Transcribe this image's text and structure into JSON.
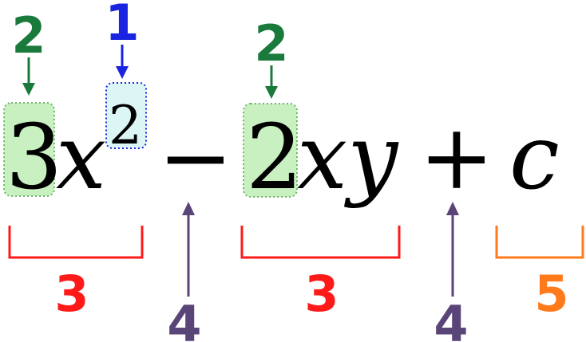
{
  "expression": {
    "coef1": "3",
    "var1": "x",
    "exponent": "2",
    "minus": "−",
    "coef2": "2",
    "var2": "xy",
    "plus": "+",
    "constant": "c"
  },
  "labels": {
    "coef1_number": "2",
    "exponent_number": "1",
    "coef2_number": "2",
    "term1_number": "3",
    "term2_number": "3",
    "minus_number": "4",
    "plus_number": "4",
    "constant_number": "5"
  },
  "colors": {
    "coefficient": "#1a7a3c",
    "exponent": "#1a24e0",
    "term": "#ff1a1a",
    "operator": "#5a4578",
    "constant": "#ff7a1a",
    "coefficient_fill": "#c8f0c0",
    "exponent_fill": "#dcf6f6"
  }
}
